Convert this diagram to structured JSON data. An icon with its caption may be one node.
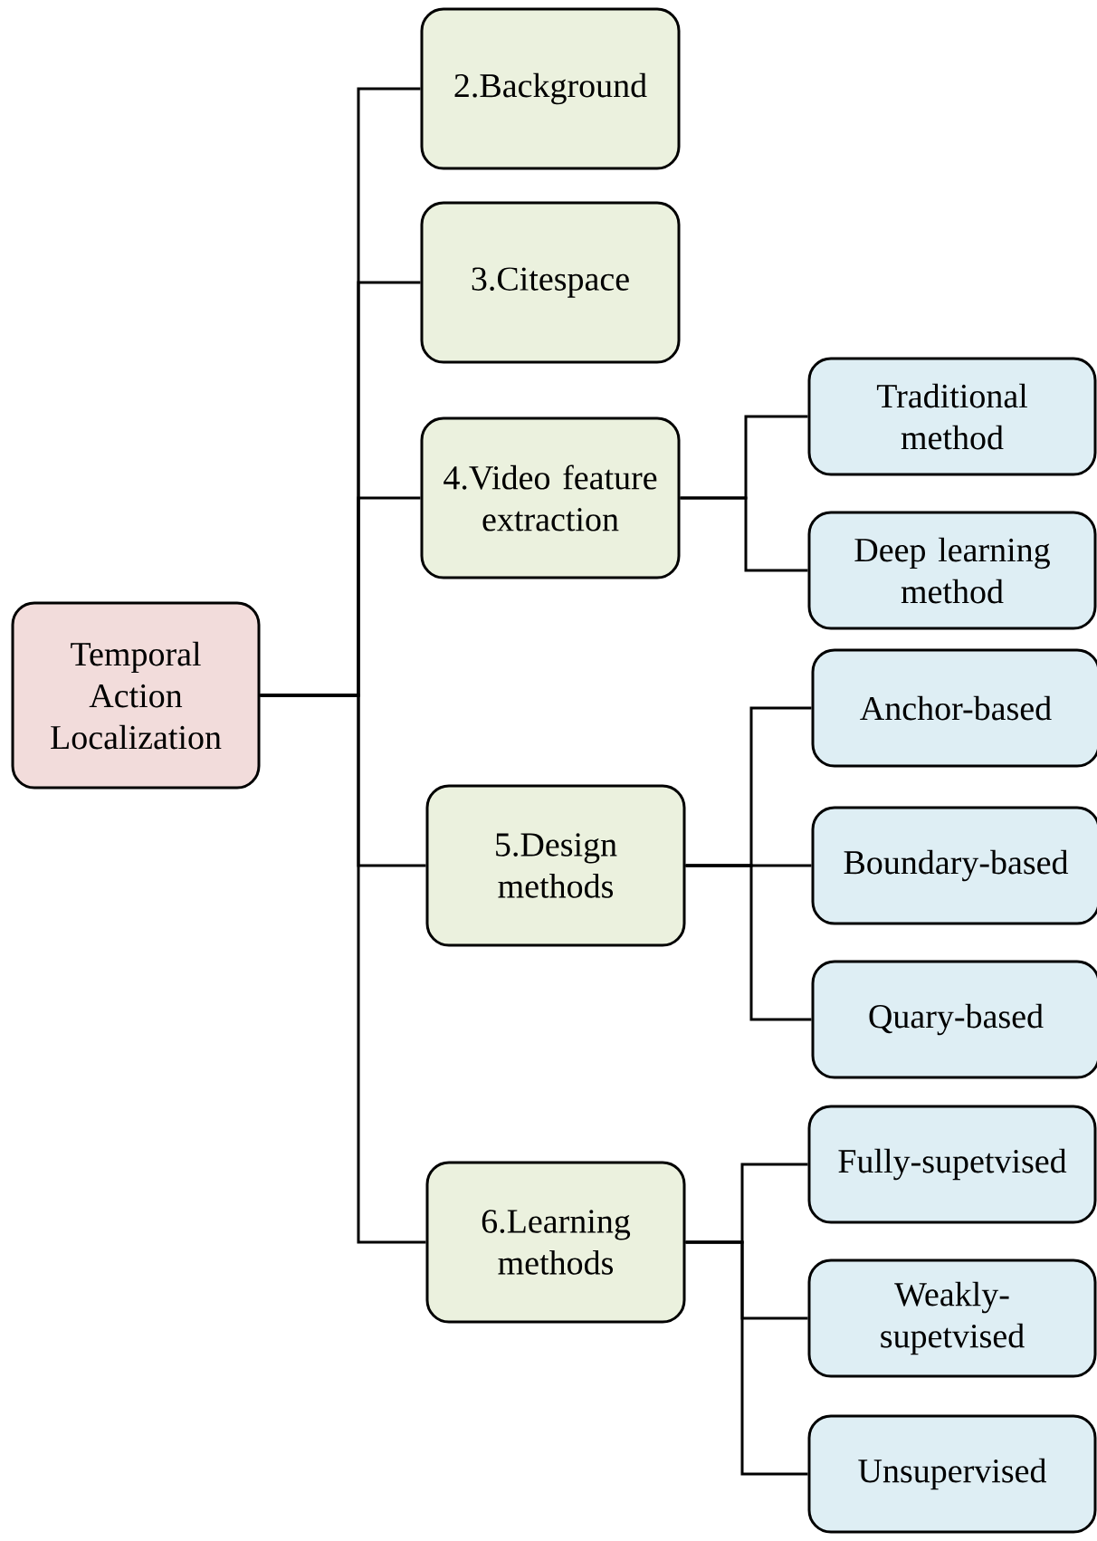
{
  "diagram": {
    "nodes": [
      {
        "text": [
          "Temporal Action Localization"
        ]
      },
      {
        "text": [
          "2.Background"
        ]
      },
      {
        "text": [
          "3.Citespace"
        ]
      },
      {
        "text": [
          "4.Video feature extraction"
        ]
      },
      {
        "text": [
          "Traditional method"
        ]
      },
      {
        "text": [
          "Deep learning method"
        ]
      },
      {
        "text": [
          "5.Design methods"
        ]
      },
      {
        "text": [
          "Anchor-based"
        ]
      },
      {
        "text": [
          "Boundary-based"
        ]
      },
      {
        "text": [
          "Quary-based"
        ]
      },
      {
        "text": [
          "6.Learning methods"
        ]
      },
      {
        "text": [
          "Fully-supetvised"
        ]
      },
      {
        "text": [
          "Weakly-supetvised"
        ]
      },
      {
        "text": [
          "Unsupervised"
        ]
      }
    ],
    "edges": [
      {
        "from": 0,
        "to": 1,
        "arrow": "none"
      },
      {
        "from": 0,
        "to": 2,
        "arrow": "none"
      },
      {
        "from": 0,
        "to": 3,
        "arrow": "none"
      },
      {
        "from": 0,
        "to": 6,
        "arrow": "none"
      },
      {
        "from": 0,
        "to": 10,
        "arrow": "none"
      },
      {
        "from": 3,
        "to": 4,
        "arrow": "none"
      },
      {
        "from": 3,
        "to": 5,
        "arrow": "none"
      },
      {
        "from": 6,
        "to": 7,
        "arrow": "none"
      },
      {
        "from": 6,
        "to": 8,
        "arrow": "none"
      },
      {
        "from": 6,
        "to": 9,
        "arrow": "none"
      },
      {
        "from": 10,
        "to": 11,
        "arrow": "none"
      },
      {
        "from": 10,
        "to": 12,
        "arrow": "none"
      },
      {
        "from": 10,
        "to": 13,
        "arrow": "none"
      }
    ]
  }
}
